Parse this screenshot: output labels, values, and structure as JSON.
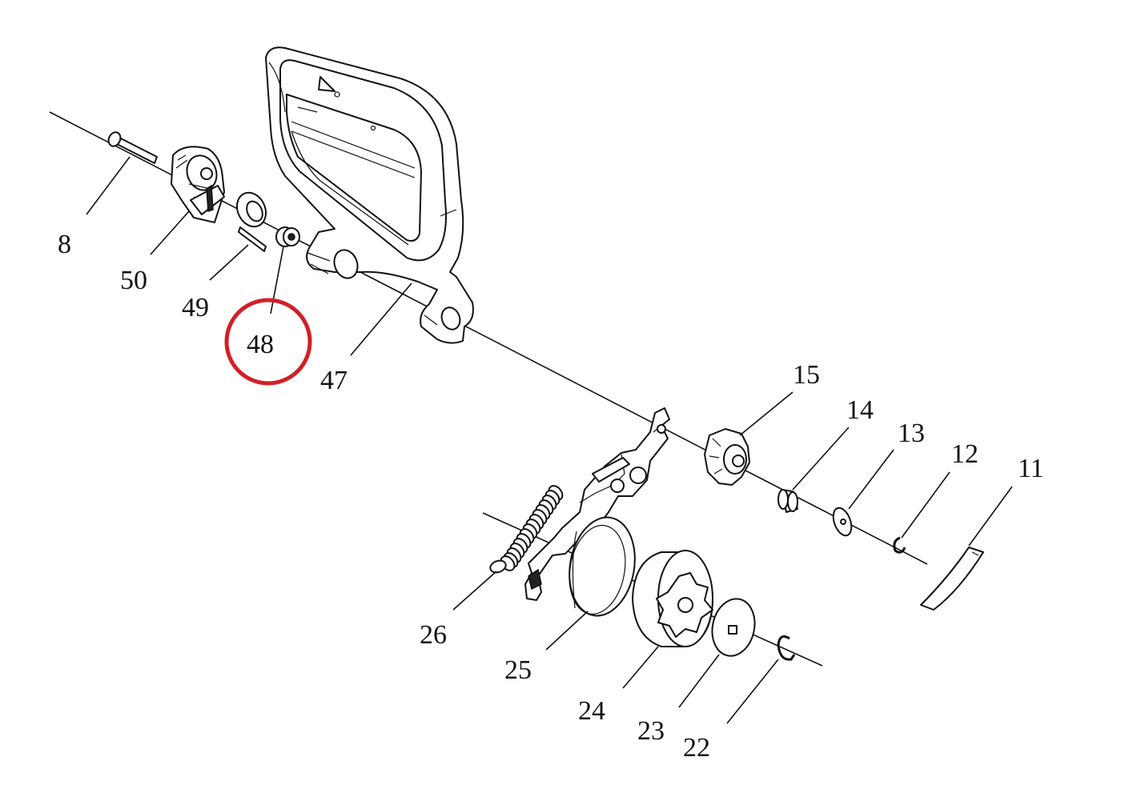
{
  "labels": {
    "p8": "8",
    "p50": "50",
    "p49": "49",
    "p48": "48",
    "p47": "47",
    "p15": "15",
    "p14": "14",
    "p13": "13",
    "p12": "12",
    "p11": "11",
    "p26": "26",
    "p25": "25",
    "p24": "24",
    "p23": "23",
    "p22": "22"
  },
  "highlight": {
    "label": "48",
    "color": "#d21f26"
  },
  "colors": {
    "line": "#111111",
    "background": "#ffffff"
  }
}
